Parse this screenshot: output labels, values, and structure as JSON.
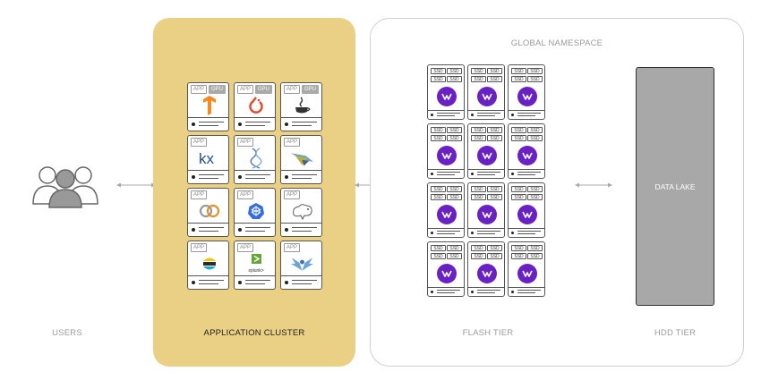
{
  "labels": {
    "users": "USERS",
    "application_cluster": "APPLICATION CLUSTER",
    "global_namespace": "GLOBAL NAMESPACE",
    "flash_tier": "FLASH TIER",
    "hdd_tier": "HDD TIER",
    "data_lake": "DATA LAKE"
  },
  "app_cards": [
    {
      "tags": [
        "APP",
        "GPU"
      ],
      "icon": "tensorflow-icon"
    },
    {
      "tags": [
        "APP",
        "GPU"
      ],
      "icon": "pytorch-icon"
    },
    {
      "tags": [
        "APP",
        "GPU"
      ],
      "icon": "java-icon"
    },
    {
      "tags": [
        "APP"
      ],
      "icon": "kx-icon"
    },
    {
      "tags": [
        "APP"
      ],
      "icon": "dna-icon"
    },
    {
      "tags": [
        "APP"
      ],
      "icon": "bird-icon"
    },
    {
      "tags": [
        "APP"
      ],
      "icon": "confluent-icon"
    },
    {
      "tags": [
        "APP"
      ],
      "icon": "kubernetes-icon"
    },
    {
      "tags": [
        "APP"
      ],
      "icon": "hadoop-icon"
    },
    {
      "tags": [
        "APP"
      ],
      "icon": "elastic-icon"
    },
    {
      "tags": [
        "APP"
      ],
      "icon": "splunk-icon",
      "caption": "splunk>"
    },
    {
      "tags": [
        "APP"
      ],
      "icon": "eagle-icon"
    }
  ],
  "ssd_label": "SSD",
  "flash_servers": {
    "rows": 4,
    "cols": 3,
    "logo": "weka-icon"
  },
  "colors": {
    "cluster": "#ead084",
    "weka": "#6a21c4",
    "data_lake": "#a8a8a8"
  }
}
